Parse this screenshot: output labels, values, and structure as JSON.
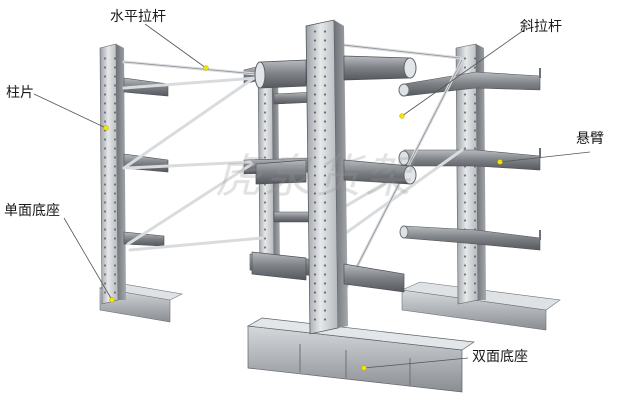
{
  "labels": {
    "horizontal_tie": "水平拉杆",
    "diagonal_tie": "斜拉杆",
    "column": "柱片",
    "cantilever_arm": "悬臂",
    "single_base": "单面底座",
    "double_base": "双面底座"
  },
  "watermark": "虎泉货架",
  "colors": {
    "metal_light": "#c9cccf",
    "metal_mid": "#8e9297",
    "metal_dark": "#4d5156",
    "leader": "#555555",
    "dot": "#f2e600"
  }
}
